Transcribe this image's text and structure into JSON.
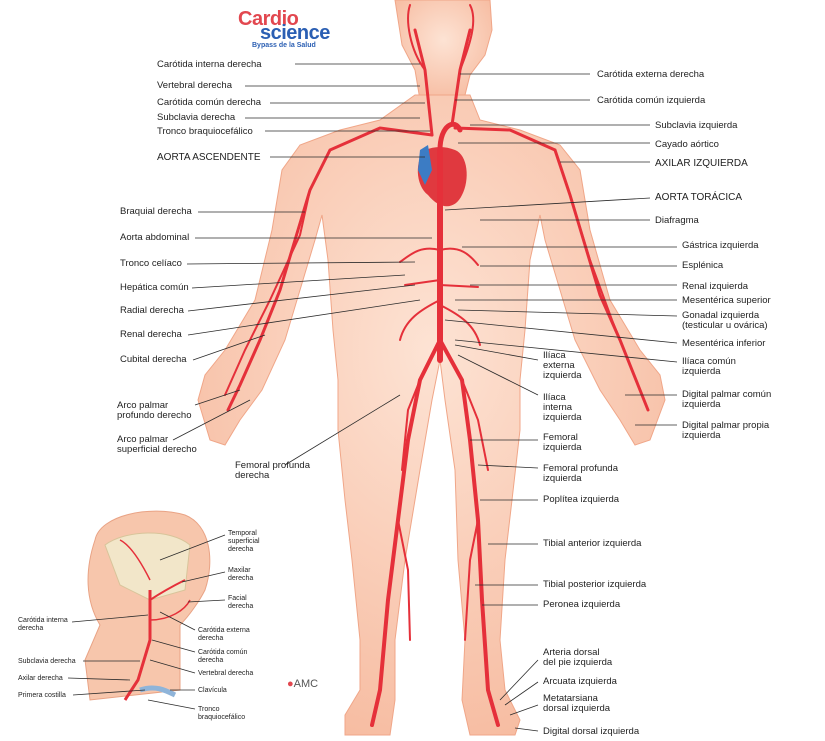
{
  "logo": {
    "line1": "Cardio",
    "line2": "science",
    "tagline": "Bypass de la Salud"
  },
  "watermark": "AMC",
  "colors": {
    "skin": "#f9c9b0",
    "skin_dark": "#f3a98a",
    "artery": "#e5303a",
    "line": "#2b2b2b",
    "text": "#1f1f1f",
    "heart_blue": "#3c7cc4"
  },
  "labels_left": [
    {
      "id": "carotida-interna-derecha",
      "text": "Carótida interna derecha"
    },
    {
      "id": "vertebral-derecha",
      "text": "Vertebral derecha"
    },
    {
      "id": "carotida-comun-derecha",
      "text": "Carótida común derecha"
    },
    {
      "id": "subclavia-derecha",
      "text": "Subclavia derecha"
    },
    {
      "id": "tronco-braquiocefalico",
      "text": "Tronco braquiocefálico"
    },
    {
      "id": "aorta-ascendente",
      "text": "AORTA ASCENDENTE"
    },
    {
      "id": "braquial-derecha",
      "text": "Braquial derecha"
    },
    {
      "id": "aorta-abdominal",
      "text": "Aorta abdominal"
    },
    {
      "id": "tronco-celiaco",
      "text": "Tronco celíaco"
    },
    {
      "id": "hepatica-comun",
      "text": "Hepática común"
    },
    {
      "id": "radial-derecha",
      "text": "Radial derecha"
    },
    {
      "id": "renal-derecha",
      "text": "Renal derecha"
    },
    {
      "id": "cubital-derecha",
      "text": "Cubital derecha"
    },
    {
      "id": "arco-palmar-profundo",
      "text": "Arco palmar|profundo derecho"
    },
    {
      "id": "arco-palmar-superficial",
      "text": "Arco palmar|superficial derecho"
    },
    {
      "id": "femoral-profunda-derecha",
      "text": "Femoral profunda|derecha"
    }
  ],
  "labels_right": [
    {
      "id": "carotida-externa-derecha",
      "text": "Carótida externa derecha"
    },
    {
      "id": "carotida-comun-izquierda",
      "text": "Carótida común izquierda"
    },
    {
      "id": "subclavia-izquierda",
      "text": "Subclavia izquierda"
    },
    {
      "id": "cayado-aortico",
      "text": "Cayado aórtico"
    },
    {
      "id": "axilar-izquierda",
      "text": "AXILAR IZQUIERDA"
    },
    {
      "id": "aorta-toracica",
      "text": "AORTA TORÁCICA"
    },
    {
      "id": "diafragma",
      "text": "Diafragma"
    },
    {
      "id": "gastrica-izquierda",
      "text": "Gástrica izquierda"
    },
    {
      "id": "esplenica",
      "text": "Esplénica"
    },
    {
      "id": "renal-izquierda",
      "text": "Renal izquierda"
    },
    {
      "id": "mesenterica-superior",
      "text": "Mesentérica superior"
    },
    {
      "id": "gonadal-izquierda",
      "text": "Gonadal izquierda|(testicular u ovárica)"
    },
    {
      "id": "mesenterica-inferior",
      "text": "Mesentérica inferior"
    },
    {
      "id": "iliaca-comun-izquierda",
      "text": "Ilíaca común|izquierda"
    },
    {
      "id": "digital-palmar-comun",
      "text": "Digital palmar común|izquierda"
    },
    {
      "id": "digital-palmar-propia",
      "text": "Digital palmar propia|izquierda"
    },
    {
      "id": "popliteal-izquierda",
      "text": "Poplítea izquierda"
    },
    {
      "id": "tibial-anterior-izquierda",
      "text": "Tibial anterior izquierda"
    },
    {
      "id": "tibial-posterior-izquierda",
      "text": "Tibial posterior izquierda"
    },
    {
      "id": "peronea-izquierda",
      "text": "Peronea izquierda"
    },
    {
      "id": "dorsal-pie-izquierda",
      "text": "Arteria dorsal|del pie izquierda"
    },
    {
      "id": "arcuata-izquierda",
      "text": "Arcuata izquierda"
    },
    {
      "id": "metatarsiana-dorsal",
      "text": "Metatarsiana|dorsal izquierda"
    },
    {
      "id": "digital-dorsal-izquierda",
      "text": "Digital dorsal izquierda"
    }
  ],
  "labels_middle": [
    {
      "id": "iliaca-externa-izquierda",
      "text": "Ilíaca|externa|izquierda"
    },
    {
      "id": "iliaca-interna-izquierda",
      "text": "Ilíaca|interna|izquierda"
    },
    {
      "id": "femoral-izquierda",
      "text": "Femoral|izquierda"
    },
    {
      "id": "femoral-profunda-izquierda",
      "text": "Femoral profunda|izquierda"
    }
  ],
  "labels_inset": [
    {
      "id": "temporal-superficial",
      "text": "Temporal|superficial|derecha"
    },
    {
      "id": "maxilar-derecha",
      "text": "Maxilar|derecha"
    },
    {
      "id": "facial-derecha",
      "text": "Facial|derecha"
    },
    {
      "id": "carotida-externa-derecha-inset",
      "text": "Carótida externa|derecha"
    },
    {
      "id": "carotida-comun-derecha-inset",
      "text": "Carótida común|derecha"
    },
    {
      "id": "vertebral-derecha-inset",
      "text": "Vertebral derecha"
    },
    {
      "id": "clavicula",
      "text": "Clavícula"
    },
    {
      "id": "tronco-braquiocefalico-inset",
      "text": "Tronco|braquiocefálico"
    },
    {
      "id": "carotida-interna-derecha-inset",
      "text": "Carótida interna|derecha"
    },
    {
      "id": "subclavia-derecha-inset",
      "text": "Subclavia derecha"
    },
    {
      "id": "axilar-derecha",
      "text": "Axilar derecha"
    },
    {
      "id": "primera-costilla",
      "text": "Primera costilla"
    }
  ]
}
